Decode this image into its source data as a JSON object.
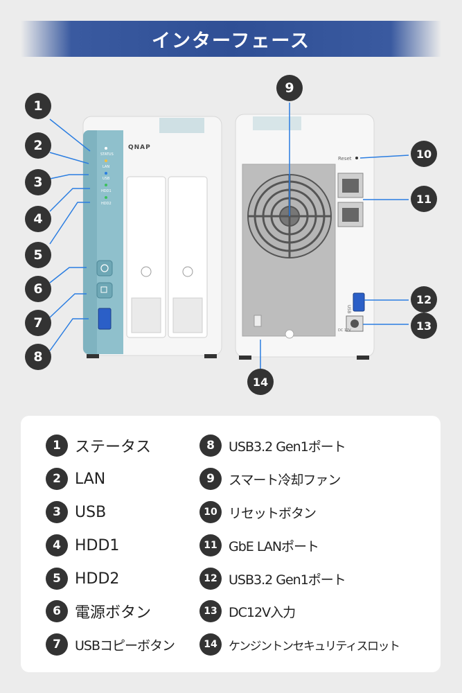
{
  "header": {
    "title": "インターフェース"
  },
  "front_panel": {
    "brand": "QNAP",
    "led_labels": [
      "STATUS",
      "LAN",
      "USB",
      "HDD1",
      "HDD2"
    ]
  },
  "rear_panel": {
    "reset_label": "Reset",
    "usb_label": "USB",
    "dc_label": "DC 12V"
  },
  "callouts": [
    "1",
    "2",
    "3",
    "4",
    "5",
    "6",
    "7",
    "8",
    "9",
    "10",
    "11",
    "12",
    "13",
    "14"
  ],
  "legend": {
    "items": [
      {
        "num": "1",
        "label": "ステータス"
      },
      {
        "num": "2",
        "label": "LAN"
      },
      {
        "num": "3",
        "label": "USB"
      },
      {
        "num": "4",
        "label": "HDD1"
      },
      {
        "num": "5",
        "label": "HDD2"
      },
      {
        "num": "6",
        "label": "電源ボタン"
      },
      {
        "num": "7",
        "label": "USBコピーボタン"
      },
      {
        "num": "8",
        "label": "USB3.2 Gen1ポート"
      },
      {
        "num": "9",
        "label": "スマート冷却ファン"
      },
      {
        "num": "10",
        "label": "リセットボタン"
      },
      {
        "num": "11",
        "label": "GbE LANポート"
      },
      {
        "num": "12",
        "label": "USB3.2 Gen1ポート"
      },
      {
        "num": "13",
        "label": "DC12V入力"
      },
      {
        "num": "14",
        "label": "ケンジントンセキュリティスロット"
      }
    ]
  },
  "colors": {
    "banner": "#2f4f95",
    "front_accent": "#7fb3c0",
    "callout": "#333333",
    "leader_line": "#2a7de1"
  }
}
